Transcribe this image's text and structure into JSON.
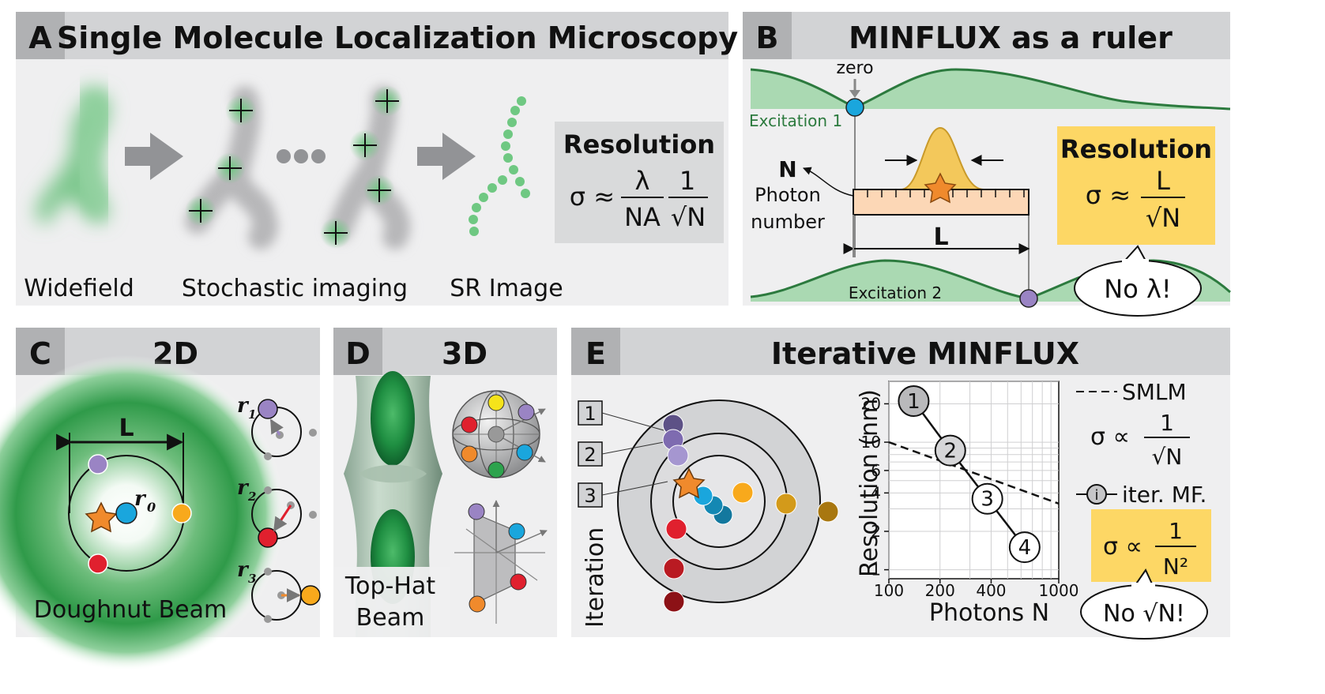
{
  "panels": {
    "a": {
      "letter": "A",
      "title": "Single Molecule Localization Microscopy",
      "labels": [
        "Widefield",
        "Stochastic imaging",
        "SR Image"
      ],
      "resolution_title": "Resolution",
      "formula": {
        "lhs": "σ ≈",
        "num1": "λ",
        "den1": "NA",
        "num2": "1",
        "den2": "√N"
      }
    },
    "b": {
      "letter": "B",
      "title": "MINFLUX as a ruler",
      "zero": "zero",
      "excitation1": "Excitation 1",
      "excitation2": "Excitation 2",
      "n_symbol": "N",
      "photon_line1": "Photon",
      "photon_line2": "number",
      "l_symbol": "L",
      "resolution_title": "Resolution",
      "formula": {
        "lhs": "σ ≈",
        "num": "L",
        "den": "√N"
      },
      "bubble": "No λ!"
    },
    "c": {
      "letter": "C",
      "title": "2D",
      "l_symbol": "L",
      "r0": "r",
      "r0_sub": "0",
      "r_labels": [
        {
          "r": "r",
          "sub": "1"
        },
        {
          "r": "r",
          "sub": "2"
        },
        {
          "r": "r",
          "sub": "3"
        }
      ],
      "beam_label": "Doughnut Beam"
    },
    "d": {
      "letter": "D",
      "title": "3D",
      "beam_line1": "Top-Hat",
      "beam_line2": "Beam"
    },
    "e": {
      "letter": "E",
      "title": "Iterative MINFLUX",
      "iteration_label": "Iteration",
      "iteration_boxes": [
        "1",
        "2",
        "3"
      ],
      "legend": {
        "smlm": "SMLM",
        "iter_marker": "i",
        "iter": "iter. MF."
      },
      "formula1": {
        "lhs": "σ ∝",
        "num": "1",
        "den": "√N"
      },
      "formula2": {
        "lhs": "σ ∝",
        "num": "1",
        "den": "N²"
      },
      "bubble": "No √N!"
    }
  },
  "colors": {
    "header_bg": "#d2d3d5",
    "letter_bg": "#b0b1b3",
    "panel_bg": "#efeff0",
    "formula_box": "#d9dadb",
    "highlight": "#fdd765",
    "green": "#7fc88f",
    "dark_green": "#2c7a3e",
    "excitation_fill": "#aad9b2",
    "star": "#f08a2c",
    "molecule_blue": "#1aa6dd",
    "molecule_purple": "#9a84c4",
    "molecule_red": "#e0202e",
    "molecule_orange": "#f8a91c"
  },
  "chart_data": {
    "type": "line",
    "xlabel": "Photons N",
    "ylabel": "Resolution (nm)",
    "x_scale": "log",
    "y_scale": "log",
    "xlim": [
      100,
      1000
    ],
    "ylim": [
      0.85,
      30
    ],
    "x_ticks": [
      100,
      200,
      400,
      1000
    ],
    "x_tick_labels": [
      "100",
      "200",
      "400",
      "1000"
    ],
    "y_ticks": [
      1,
      2,
      4,
      6,
      10,
      20
    ],
    "y_tick_labels": [
      "1",
      "2",
      "4",
      "6",
      "10",
      "20"
    ],
    "grid": true,
    "series": [
      {
        "name": "SMLM",
        "style": "dashed",
        "x": [
          100,
          1000
        ],
        "y": [
          10,
          3.3
        ]
      },
      {
        "name": "iter. MF.",
        "style": "solid-markers",
        "x": [
          140,
          230,
          380,
          630
        ],
        "y": [
          21,
          8.6,
          3.6,
          1.5
        ],
        "point_labels": [
          "1",
          "2",
          "3",
          "4"
        ]
      }
    ]
  }
}
